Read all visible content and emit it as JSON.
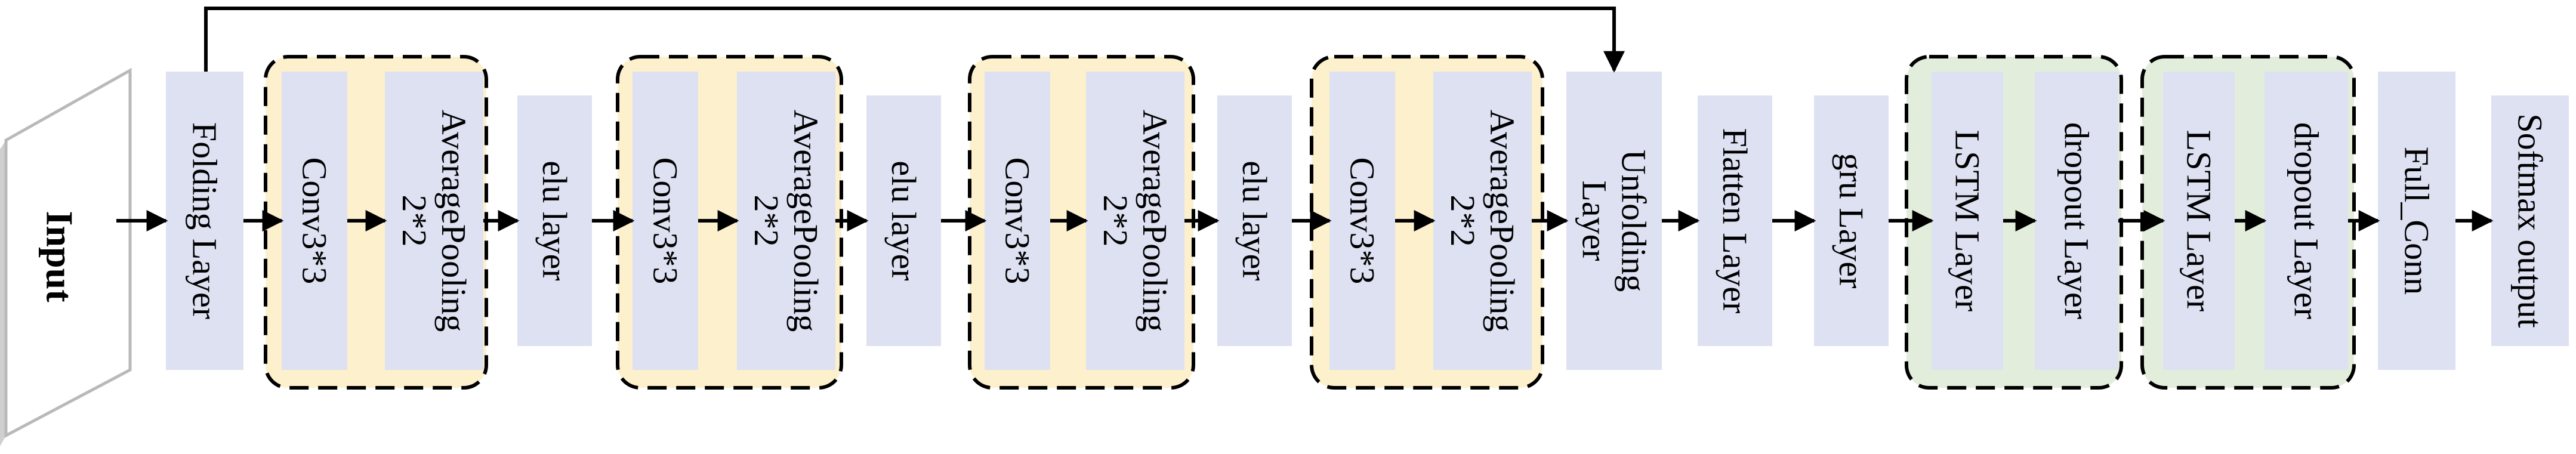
{
  "colors": {
    "layer_fill": "#dde1f2",
    "conv_group_fill": "#fdf0cc",
    "lstm_group_fill": "#e2eedb",
    "input_face": "#ffffff",
    "input_edge": "#b9b9b9",
    "line": "#000000"
  },
  "input": {
    "label": "Input"
  },
  "layers": {
    "folding": {
      "lines": [
        "Folding Layer"
      ]
    },
    "conv1": {
      "lines": [
        "Conv3*3"
      ]
    },
    "pool1": {
      "lines": [
        "AveragePooling",
        "2*2"
      ]
    },
    "elu1": {
      "lines": [
        "elu layer"
      ]
    },
    "conv2": {
      "lines": [
        "Conv3*3"
      ]
    },
    "pool2": {
      "lines": [
        "AveragePooling",
        "2*2"
      ]
    },
    "elu2": {
      "lines": [
        "elu layer"
      ]
    },
    "conv3": {
      "lines": [
        "Conv3*3"
      ]
    },
    "pool3": {
      "lines": [
        "AveragePooling",
        "2*2"
      ]
    },
    "elu3": {
      "lines": [
        "elu layer"
      ]
    },
    "conv4": {
      "lines": [
        "Conv3*3"
      ]
    },
    "pool4": {
      "lines": [
        "AveragePooling",
        "2*2"
      ]
    },
    "unfolding": {
      "lines": [
        "Unfolding",
        "Layer"
      ]
    },
    "flatten": {
      "lines": [
        "Flatten Layer"
      ]
    },
    "gru": {
      "lines": [
        "gru Layer"
      ]
    },
    "lstm1": {
      "lines": [
        "LSTM Layer"
      ]
    },
    "dropout1": {
      "lines": [
        "dropout Layer"
      ]
    },
    "lstm2": {
      "lines": [
        "LSTM Layer"
      ]
    },
    "dropout2": {
      "lines": [
        "dropout Layer"
      ]
    },
    "full_conn": {
      "lines": [
        "Full_Conn"
      ]
    },
    "softmax": {
      "lines": [
        "Softmax output"
      ]
    }
  }
}
